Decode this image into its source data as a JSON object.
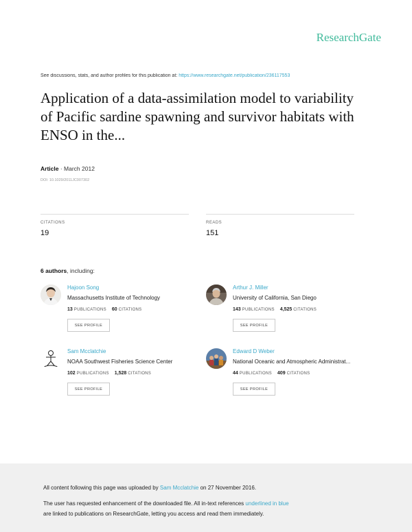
{
  "brand": "ResearchGate",
  "discuss": {
    "prefix": "See discussions, stats, and author profiles for this publication at:",
    "url": "https://www.researchgate.net/publication/236117553"
  },
  "title": "Application of a data-assimilation model to variability of Pacific sardine spawning and survivor habitats with ENSO in the...",
  "meta": {
    "type": "Article",
    "separator": " · ",
    "date": "March 2012",
    "doi": "DOI: 10.1029/2011JC007302"
  },
  "stats": {
    "citations_label": "CITATIONS",
    "citations": "19",
    "reads_label": "READS",
    "reads": "151"
  },
  "authors_heading": {
    "count": "6 authors",
    "suffix": ", including:"
  },
  "authors": [
    {
      "name": "Hajoon Song",
      "institution": "Massachusetts Institute of Technology",
      "publications": "13",
      "citations": "60",
      "pub_label": "PUBLICATIONS",
      "cit_label": "CITATIONS",
      "button": "SEE PROFILE"
    },
    {
      "name": "Arthur J. Miller",
      "institution": "University of California, San Diego",
      "publications": "143",
      "citations": "4,525",
      "pub_label": "PUBLICATIONS",
      "cit_label": "CITATIONS",
      "button": "SEE PROFILE"
    },
    {
      "name": "Sam Mcclatchie",
      "institution": "NOAA Southwest Fisheries Science Center",
      "publications": "102",
      "citations": "1,528",
      "pub_label": "PUBLICATIONS",
      "cit_label": "CITATIONS",
      "button": "SEE PROFILE"
    },
    {
      "name": "Edward D Weber",
      "institution": "National Oceanic and Atmospheric Administrat...",
      "publications": "44",
      "citations": "409",
      "pub_label": "PUBLICATIONS",
      "cit_label": "CITATIONS",
      "button": "SEE PROFILE"
    }
  ],
  "footer": {
    "line1_prefix": "All content following this page was uploaded by",
    "uploader": "Sam Mcclatchie",
    "line1_suffix": "on 27 November 2016.",
    "line2_prefix": "The user has requested enhancement of the downloaded file. All in-text references",
    "line2_link": "underlined in blue",
    "line3": "are linked to publications on ResearchGate, letting you access and read them immediately."
  },
  "colors": {
    "brand": "#40ba9b",
    "link": "#3aa8c9",
    "footer_bg": "#f0f0f0"
  }
}
